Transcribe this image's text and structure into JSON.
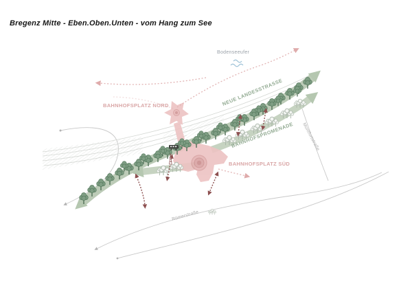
{
  "title": "Bregenz Mitte - Eben.Oben.Unten - vom Hang zum See",
  "map_labels": {
    "lake_shore": "Bodenseeufer",
    "plaza_north": "BAHNHOFSPLATZ NORD",
    "new_state_road": "NEUE LANDESSTRASSE",
    "promenade": "BAHNHOFSPROMENADE",
    "plaza_south": "BAHNHOFSPLATZ SÜD",
    "montfort_street": "Montfortstraße",
    "roman_street": "Römerstraße"
  },
  "colors": {
    "band_green": "#bccbb7",
    "tree_green": "#7e9d83",
    "outline_tree": "#a7b3a7",
    "pink_area": "#edc3c3",
    "pink_label": "#d9a6a6",
    "green_label": "#93ab93",
    "maroon_arrow": "#8d5050",
    "gray_road": "#c8c8c8",
    "water_blue": "#9fc3d8"
  },
  "icons": {
    "station": "train-station-icon",
    "tower": "tower-icon",
    "waves": "lake-waves-icon",
    "tree": "tree-icon",
    "outline_trees": "outline-tree-cluster-icon"
  }
}
